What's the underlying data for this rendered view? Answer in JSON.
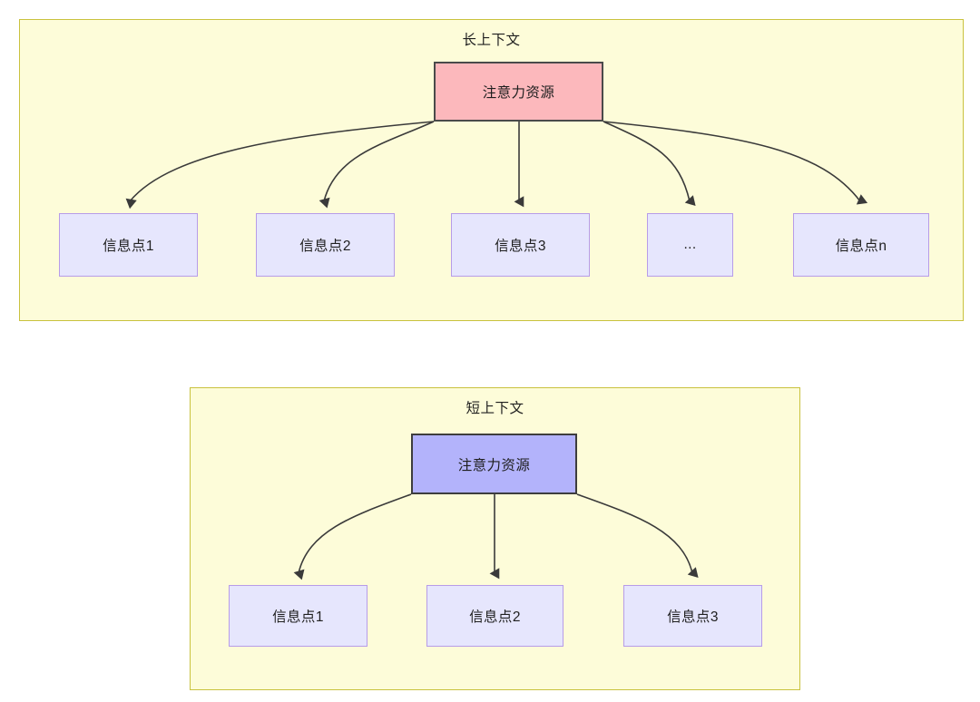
{
  "diagram": {
    "type": "flow-diagram",
    "panels": [
      {
        "id": "long-context",
        "title": "长上下文",
        "hub": {
          "label": "注意力资源",
          "fill": "#fcb8bc",
          "stroke": "#4a4a4a"
        },
        "leaves": [
          {
            "label": "信息点1"
          },
          {
            "label": "信息点2"
          },
          {
            "label": "信息点3"
          },
          {
            "label": "..."
          },
          {
            "label": "信息点n"
          }
        ],
        "panel_fill": "#fdfcd9",
        "panel_stroke": "#c9c23e",
        "leaf_fill": "#e6e6fd",
        "leaf_stroke": "#b79ce8"
      },
      {
        "id": "short-context",
        "title": "短上下文",
        "hub": {
          "label": "注意力资源",
          "fill": "#b3b3fb",
          "stroke": "#3d3d3d"
        },
        "leaves": [
          {
            "label": "信息点1"
          },
          {
            "label": "信息点2"
          },
          {
            "label": "信息点3"
          }
        ],
        "panel_fill": "#fdfcd9",
        "panel_stroke": "#c9c23e",
        "leaf_fill": "#e6e6fd",
        "leaf_stroke": "#b79ce8"
      }
    ],
    "edge_color": "#3a3a3a"
  }
}
